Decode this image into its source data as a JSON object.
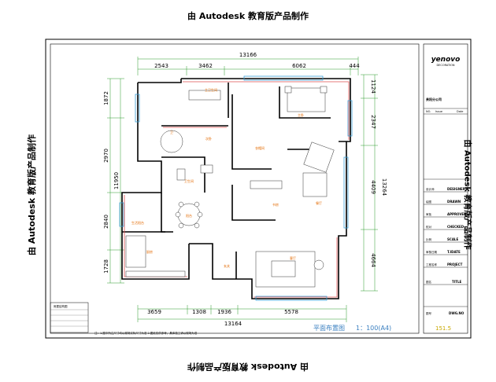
{
  "watermark": "由 Autodesk 教育版产品制作",
  "overall_dims": {
    "top": "13166",
    "bottom": "13164",
    "left": "11950",
    "right": "13264"
  },
  "top_dims": [
    "2543",
    "3462",
    "6062",
    "444"
  ],
  "bottom_dims": [
    "3659",
    "1308",
    "1936",
    "5578"
  ],
  "left_dims": [
    "1872",
    "2970",
    "2840",
    "1728"
  ],
  "right_dims": [
    "1124",
    "2347",
    "4409",
    "4664"
  ],
  "rooms": [
    "主卫生间",
    "主卧",
    "卫",
    "次卧",
    "衣帽间",
    "餐厅",
    "书房",
    "厨房",
    "客厅",
    "阳台",
    "生活阳台",
    "卫生间",
    "玄关"
  ],
  "drawing_title": "平面布置图",
  "drawing_scale": "1：100(A4)",
  "drawing_number": "151.5",
  "title_block": {
    "company_name": "yenovo",
    "company_sub": "DECORATION",
    "branch": "贵阳分公司",
    "field_no": "NO.",
    "field_issue": "Issue",
    "field_date": "Date",
    "fields": [
      {
        "cn": "设计师",
        "en": "DESIGNER"
      },
      {
        "cn": "绘图",
        "en": "DRAWN"
      },
      {
        "cn": "审批",
        "en": "APPROVED"
      },
      {
        "cn": "校对",
        "en": "CHECKED"
      },
      {
        "cn": "比例",
        "en": "SCALE"
      },
      {
        "cn": "审核日期",
        "en": "T.IDATE"
      },
      {
        "cn": "工程名称",
        "en": "PROJECT"
      },
      {
        "cn": "图名",
        "en": "TITLE"
      },
      {
        "cn": "图号",
        "en": "DWG.NO"
      }
    ]
  },
  "legend_title": "房屋结构图",
  "notes": "注：1.图中所注尺寸均以现场实际尺寸为准  2.图纸仅供参考，具体施工请以现场为准"
}
